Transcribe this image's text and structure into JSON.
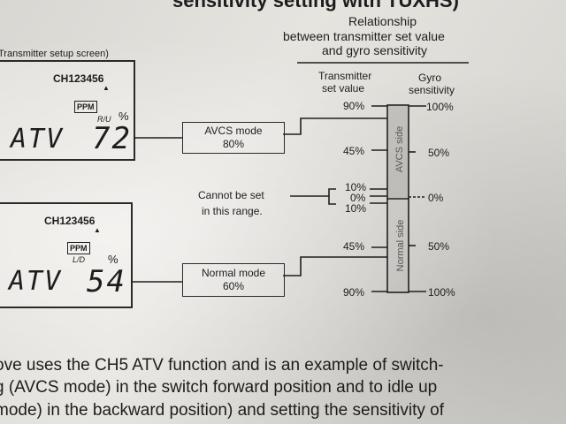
{
  "header": {
    "title_fragment": "sensitivity setting with TUXHS)",
    "relationship_line1": "Relationship",
    "relationship_line2": "between transmitter set value",
    "relationship_line3": "and gyro sensitivity"
  },
  "setup_caption": "Transmitter setup screen)",
  "screens": [
    {
      "channels": "CH123456",
      "badge": "PPM",
      "sub": "R/U",
      "pct": "%",
      "func": "ATV",
      "value": "72"
    },
    {
      "channels": "CH123456",
      "badge": "PPM",
      "sub": "L/D",
      "pct": "%",
      "func": "ATV",
      "value": "54"
    }
  ],
  "modes": {
    "avcs": {
      "line1": "AVCS mode",
      "line2": "80%"
    },
    "normal": {
      "line1": "Normal mode",
      "line2": "60%"
    }
  },
  "cannot_set": {
    "line1": "Cannot be set",
    "line2": "in this range."
  },
  "scale": {
    "left_header1": "Transmitter",
    "left_header2": "set value",
    "right_header1": "Gyro",
    "right_header2": "sensitivity",
    "left_ticks": [
      "90%",
      "45%",
      "10%",
      "0%",
      "10%",
      "45%",
      "90%"
    ],
    "right_ticks": [
      "100%",
      "50%",
      "0%",
      "50%",
      "100%"
    ],
    "avcs_side": "AVCS side",
    "normal_side": "Normal side"
  },
  "body": {
    "line1": "ove uses the CH5 ATV function and is an example of switch-",
    "line2": "g (AVCS mode) in the switch forward position and to idle up",
    "line3": "mode) in the backward position) and setting the sensitivity of"
  }
}
